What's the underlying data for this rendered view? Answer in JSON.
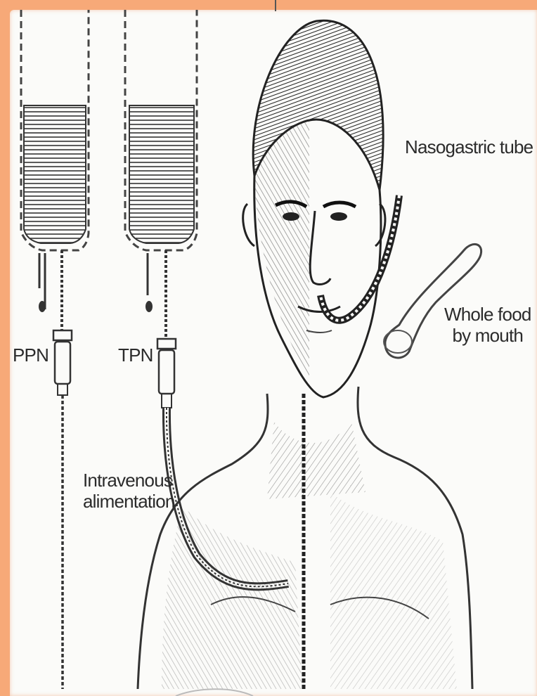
{
  "labels": {
    "nasogastric": "Nasogastric tube",
    "whole_food_line1": "Whole food",
    "whole_food_line2": "by mouth",
    "ppn": "PPN",
    "tpn": "TPN",
    "iv_line1": "Intravenous",
    "iv_line2": "alimentation"
  },
  "colors": {
    "frame": "#f7a978",
    "background": "#fbfbf9",
    "ink": "#2b2b2b"
  }
}
